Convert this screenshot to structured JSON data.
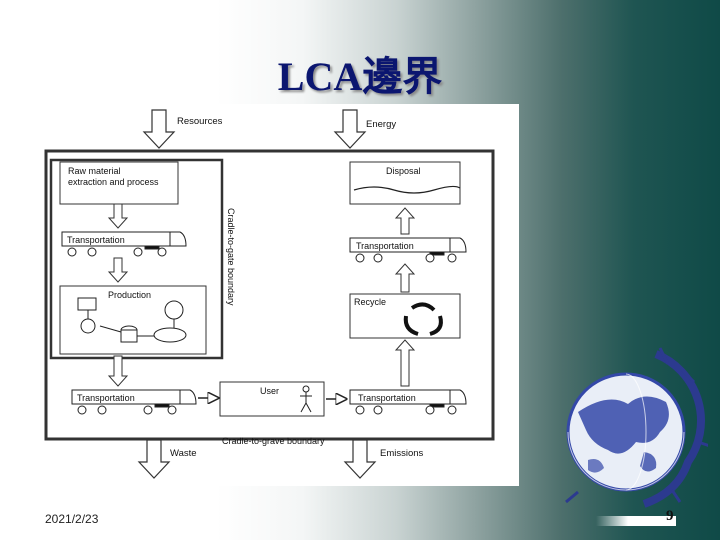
{
  "slide": {
    "title": "LCA邊界",
    "date": "2021/2/23",
    "page_number": "9",
    "colors": {
      "title": "#0b1670",
      "background_dark": "#0f4a47",
      "globe": "#3448a8"
    },
    "icon": "globe-icon"
  },
  "diagram": {
    "inputs": {
      "resources": "Resources",
      "energy": "Energy"
    },
    "outputs": {
      "waste": "Waste",
      "emissions": "Emissions"
    },
    "stages": {
      "raw_material_line1": "Raw material",
      "raw_material_line2": "extraction and process",
      "transportation_1": "Transportation",
      "production": "Production",
      "transportation_2": "Transportation",
      "user": "User",
      "transportation_3": "Transportation",
      "recycle": "Recycle",
      "transportation_4": "Transportation",
      "disposal": "Disposal"
    },
    "boundaries": {
      "cradle_to_gate": "Cradle-to-gate boundary",
      "cradle_to_grave": "Cradle-to-grave boundary"
    }
  }
}
